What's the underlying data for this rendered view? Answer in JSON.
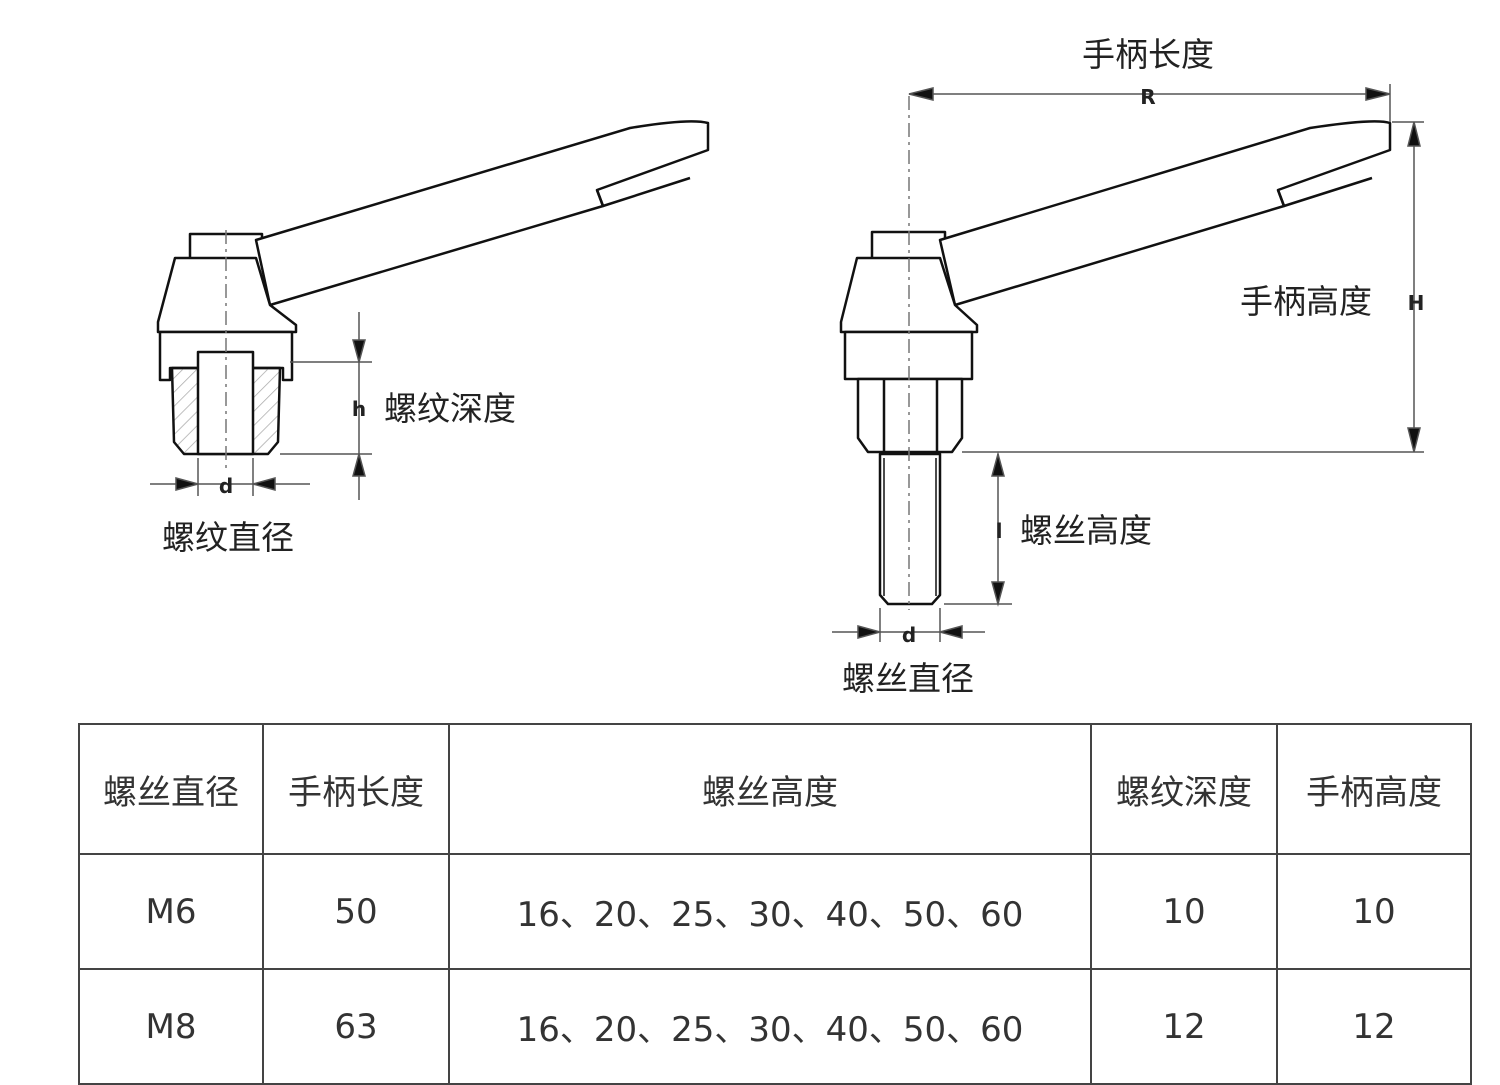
{
  "left_figure": {
    "thread_depth_symbol": "h",
    "thread_depth_label": "螺纹深度",
    "thread_diameter_symbol": "d",
    "thread_diameter_label": "螺纹直径"
  },
  "right_figure": {
    "handle_length_label": "手柄长度",
    "handle_length_symbol": "R",
    "handle_height_label": "手柄高度",
    "handle_height_symbol": "H",
    "screw_height_symbol": "l",
    "screw_height_label": "螺丝高度",
    "screw_diameter_symbol": "d",
    "screw_diameter_label": "螺丝直径"
  },
  "table": {
    "headers": [
      "螺丝直径",
      "手柄长度",
      "螺丝高度",
      "螺纹深度",
      "手柄高度"
    ],
    "rows": [
      [
        "M6",
        "50",
        "16、20、25、30、40、50、60",
        "10",
        "10"
      ],
      [
        "M8",
        "63",
        "16、20、25、30、40、50、60",
        "12",
        "12"
      ]
    ]
  }
}
